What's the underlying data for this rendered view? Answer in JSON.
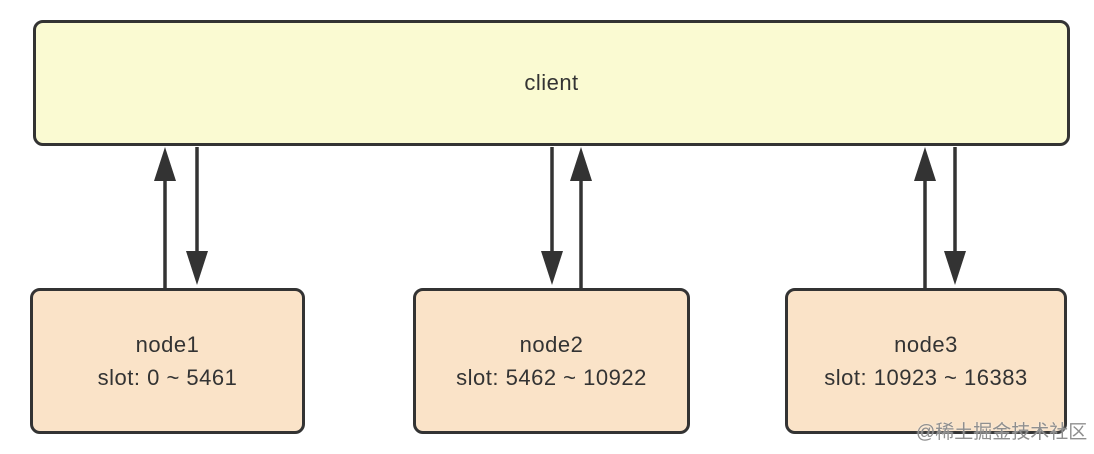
{
  "colors": {
    "canvas_bg": "#ffffff",
    "client_fill": "#FAFAD2",
    "node_fill": "#FAE3C8",
    "border": "#333333",
    "arrow": "#333333",
    "text": "#333333"
  },
  "client": {
    "label": "client"
  },
  "nodes": [
    {
      "name": "node1",
      "slot": "slot: 0 ~ 5461"
    },
    {
      "name": "node2",
      "slot": "slot: 5462 ~ 10922"
    },
    {
      "name": "node3",
      "slot": "slot: 10923 ~ 16383"
    }
  ],
  "watermark": "@稀土掘金技术社区"
}
